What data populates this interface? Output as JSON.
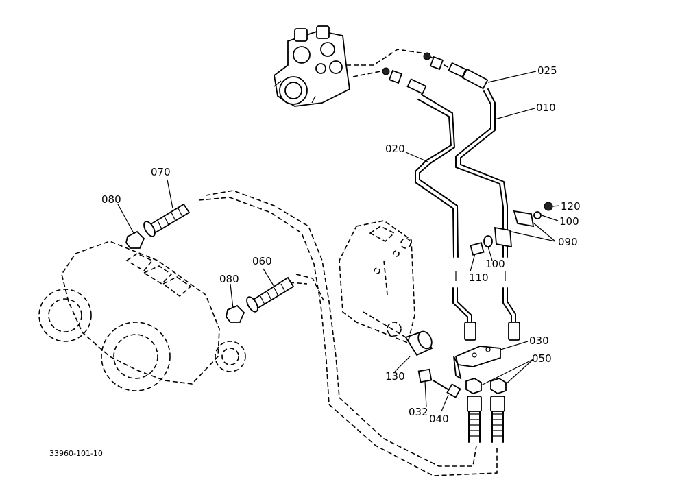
{
  "labels": [
    {
      "id": "025",
      "text": "025"
    },
    {
      "id": "010",
      "text": "010"
    },
    {
      "id": "020",
      "text": "020"
    },
    {
      "id": "070",
      "text": "070"
    },
    {
      "id": "080a",
      "text": "080"
    },
    {
      "id": "120",
      "text": "120"
    },
    {
      "id": "100a",
      "text": "100"
    },
    {
      "id": "090",
      "text": "090"
    },
    {
      "id": "060",
      "text": "060"
    },
    {
      "id": "080b",
      "text": "080"
    },
    {
      "id": "100b",
      "text": "100"
    },
    {
      "id": "110",
      "text": "110"
    },
    {
      "id": "030",
      "text": "030"
    },
    {
      "id": "050",
      "text": "050"
    },
    {
      "id": "130",
      "text": "130"
    },
    {
      "id": "032",
      "text": "032"
    },
    {
      "id": "040",
      "text": "040"
    }
  ],
  "reference_code": "33960-101-10"
}
